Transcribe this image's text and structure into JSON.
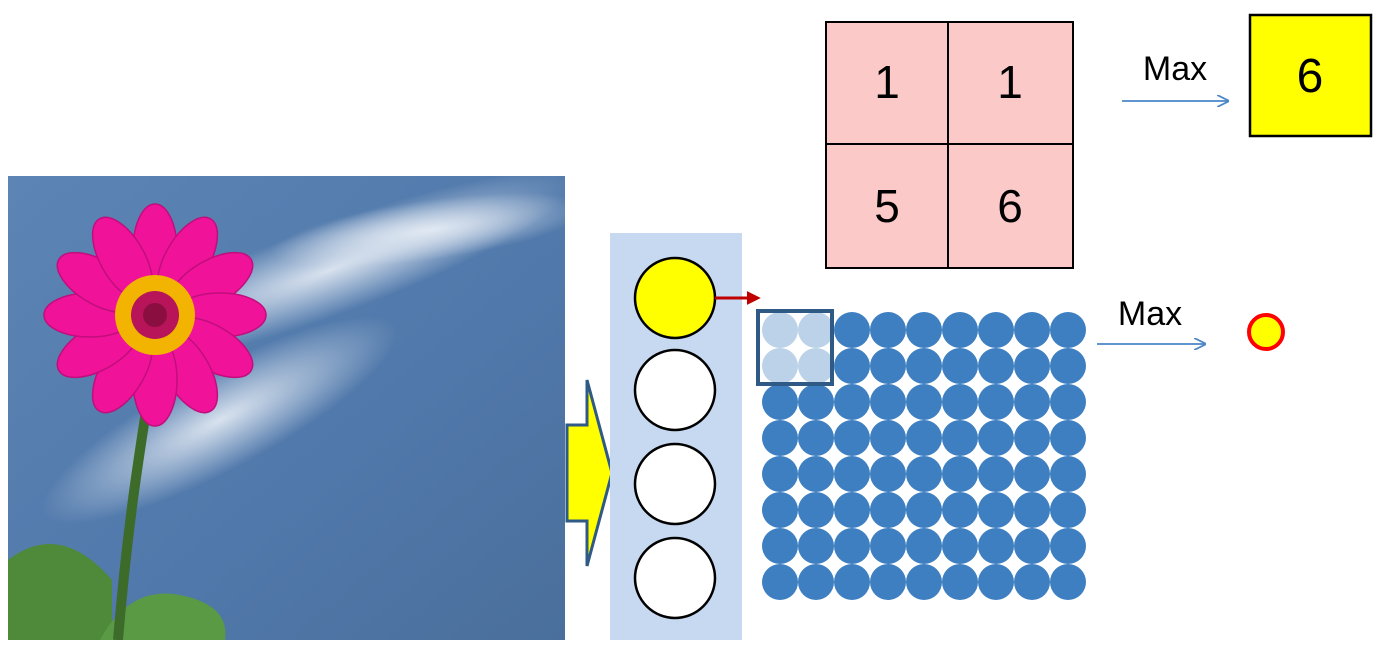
{
  "pooling_example": {
    "grid_values": [
      "1",
      "1",
      "5",
      "6"
    ],
    "operation_label": "Max",
    "result_value": "6"
  },
  "feature_map_pooling": {
    "operation_label": "Max"
  },
  "colors": {
    "cell_fill": "#fcc9c9",
    "result_fill": "#ffff00",
    "arrow": "#4a86c8",
    "neuron_panel": "#c6d9f1",
    "neuron_active": "#ffff00",
    "map_dot": "#3e7fc1",
    "pool_window": "#2e5a85",
    "pooled_dot_fill": "#ffff00",
    "pooled_dot_ring": "#ff0000",
    "connector": "#c00000"
  },
  "icons": {
    "photo": "flower-photo-icon",
    "input_arrow": "block-arrow-right-icon"
  }
}
